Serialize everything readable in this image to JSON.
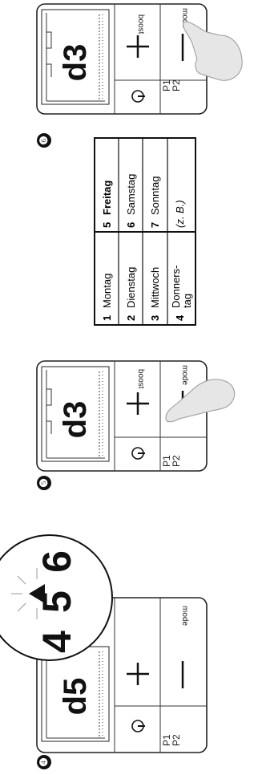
{
  "steps": [
    {
      "number": "❹",
      "display": "d5",
      "labels": {
        "mode": "mode",
        "p1": "P1",
        "p2": "P2"
      }
    },
    {
      "number": "❺",
      "display": "d3",
      "labels": {
        "boost": "boost",
        "mode": "mode",
        "p1": "P1",
        "p2": "P2"
      }
    },
    {
      "number": "❻",
      "display": "d3",
      "labels": {
        "boost": "boost",
        "mode": "mode",
        "p1": "P1",
        "p2": "P2"
      }
    }
  ],
  "zoom_digits": [
    "4",
    "5",
    "6"
  ],
  "day_table": {
    "left": [
      {
        "num": "1",
        "name": "Montag"
      },
      {
        "num": "2",
        "name": "Dienstag"
      },
      {
        "num": "3",
        "name": "Mittwoch"
      },
      {
        "num": "4",
        "name": "Donners-",
        "name2": "tag"
      }
    ],
    "right": [
      {
        "num": "5",
        "name": "Freitag",
        "bold": true
      },
      {
        "num": "6",
        "name": "Samstag"
      },
      {
        "num": "7",
        "name": "Sonntag"
      },
      {
        "num": "",
        "name": "(z. B.)",
        "italic": true
      }
    ]
  }
}
